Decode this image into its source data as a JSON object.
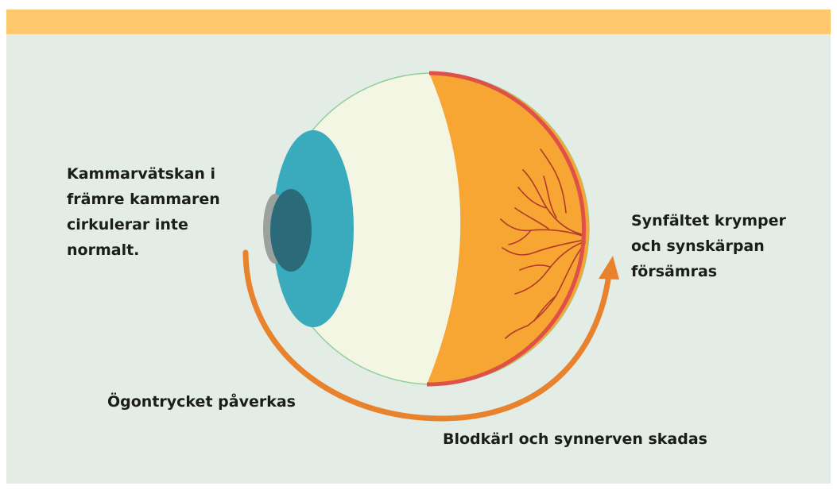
{
  "colors": {
    "top_bar": "#fec96e",
    "background": "#e3ede5",
    "sclera": "#f4f6e4",
    "retina": "#f7a533",
    "retina_rim": "#dd5148",
    "blood_vessels": "#b33a2b",
    "iris": "#3aaabd",
    "pupil": "#2b6b79",
    "cornea": "#9aa19f",
    "eye_outline": "#8fcf9c",
    "arrow": "#e8822d",
    "text": "#1c1c1c"
  },
  "icons": {
    "eye": "eye-cross-section-illustration",
    "arrow": "curved-arrow"
  },
  "labels": {
    "aqueous_humor": "Kammarvätskan i\nfrämre kammaren\ncirkulerar inte\nnormalt.",
    "visual_field": "Synfältet krymper\noch synskärpan\nförsämras",
    "eye_pressure": "Ögontrycket påverkas",
    "vessel_damage": "Blodkärl och synnerven skadas"
  }
}
